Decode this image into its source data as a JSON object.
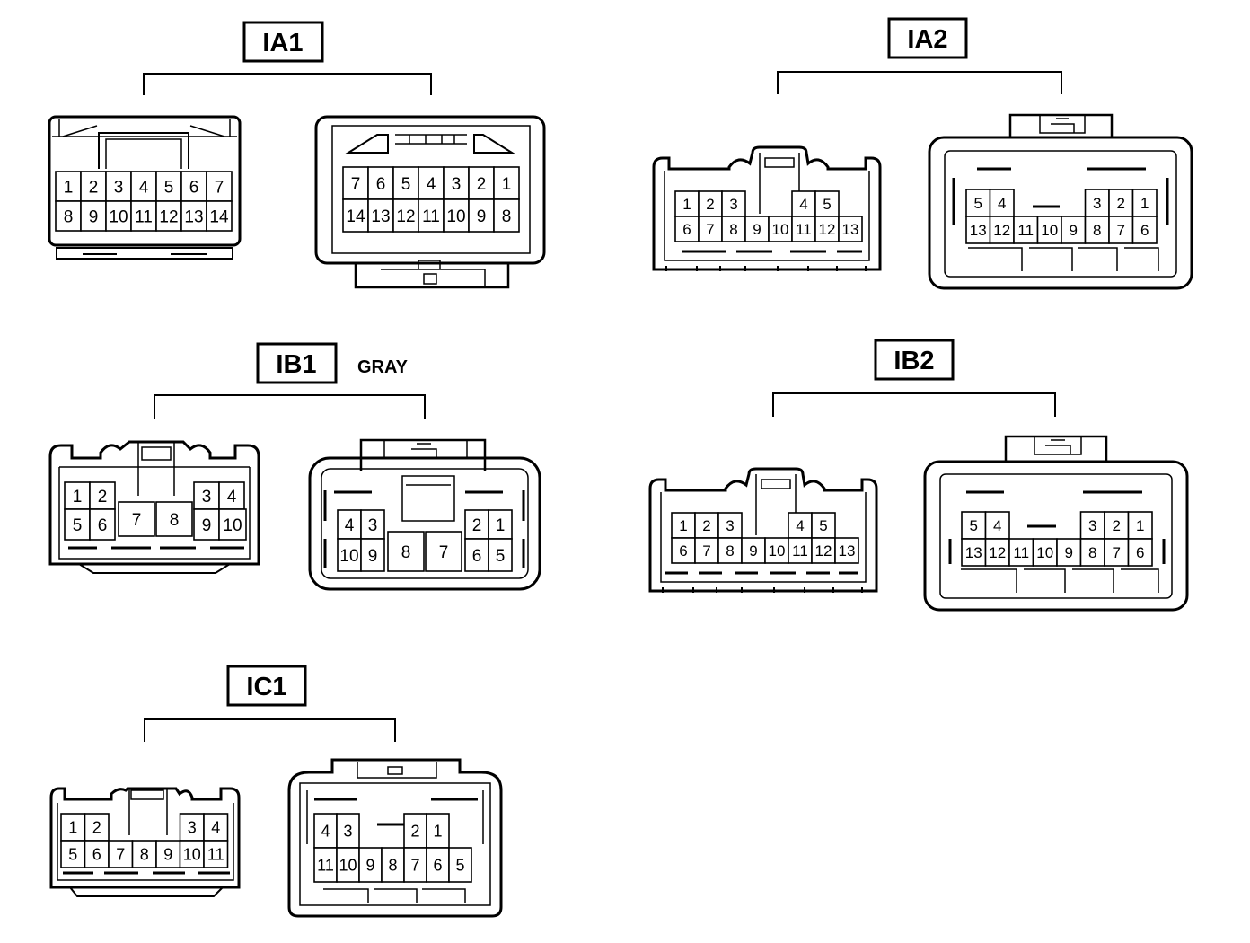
{
  "line_color": "#000000",
  "background": "#ffffff",
  "groups": [
    {
      "id": "IA1",
      "label": "IA1",
      "note": "",
      "connectors": [
        {
          "rows": [
            [
              "1",
              "2",
              "3",
              "4",
              "5",
              "6",
              "7"
            ],
            [
              "8",
              "9",
              "10",
              "11",
              "12",
              "13",
              "14"
            ]
          ]
        },
        {
          "rows": [
            [
              "7",
              "6",
              "5",
              "4",
              "3",
              "2",
              "1"
            ],
            [
              "14",
              "13",
              "12",
              "11",
              "10",
              "9",
              "8"
            ]
          ]
        }
      ]
    },
    {
      "id": "IA2",
      "label": "IA2",
      "note": "",
      "connectors": [
        {
          "rows": [
            [
              "1",
              "2",
              "3",
              "",
              "",
              "4",
              "5"
            ],
            [
              "6",
              "7",
              "8",
              "9",
              "10",
              "11",
              "12",
              "13"
            ]
          ]
        },
        {
          "rows": [
            [
              "5",
              "4",
              "",
              "",
              "",
              "3",
              "2",
              "1"
            ],
            [
              "13",
              "12",
              "11",
              "10",
              "9",
              "8",
              "7",
              "6"
            ]
          ]
        }
      ]
    },
    {
      "id": "IB1",
      "label": "IB1",
      "note": "GRAY",
      "connectors": [
        {
          "top": [
            "1",
            "2",
            "3",
            "4"
          ],
          "bottom": [
            "5",
            "6",
            "7",
            "8",
            "9",
            "10"
          ]
        },
        {
          "top": [
            "4",
            "3",
            "2",
            "1"
          ],
          "bottom": [
            "10",
            "9",
            "8",
            "7",
            "6",
            "5"
          ]
        }
      ]
    },
    {
      "id": "IB2",
      "label": "IB2",
      "note": "",
      "connectors": [
        {
          "rows": [
            [
              "1",
              "2",
              "3",
              "",
              "",
              "4",
              "5"
            ],
            [
              "6",
              "7",
              "8",
              "9",
              "10",
              "11",
              "12",
              "13"
            ]
          ]
        },
        {
          "rows": [
            [
              "5",
              "4",
              "",
              "",
              "",
              "3",
              "2",
              "1"
            ],
            [
              "13",
              "12",
              "11",
              "10",
              "9",
              "8",
              "7",
              "6"
            ]
          ]
        }
      ]
    },
    {
      "id": "IC1",
      "label": "IC1",
      "note": "",
      "connectors": [
        {
          "rows": [
            [
              "1",
              "2",
              "",
              "",
              "",
              "3",
              "4"
            ],
            [
              "5",
              "6",
              "7",
              "8",
              "9",
              "10",
              "11"
            ]
          ]
        },
        {
          "rows": [
            [
              "4",
              "3",
              "",
              "",
              "2",
              "1"
            ],
            [
              "11",
              "10",
              "9",
              "8",
              "7",
              "6",
              "5"
            ]
          ]
        }
      ]
    }
  ]
}
